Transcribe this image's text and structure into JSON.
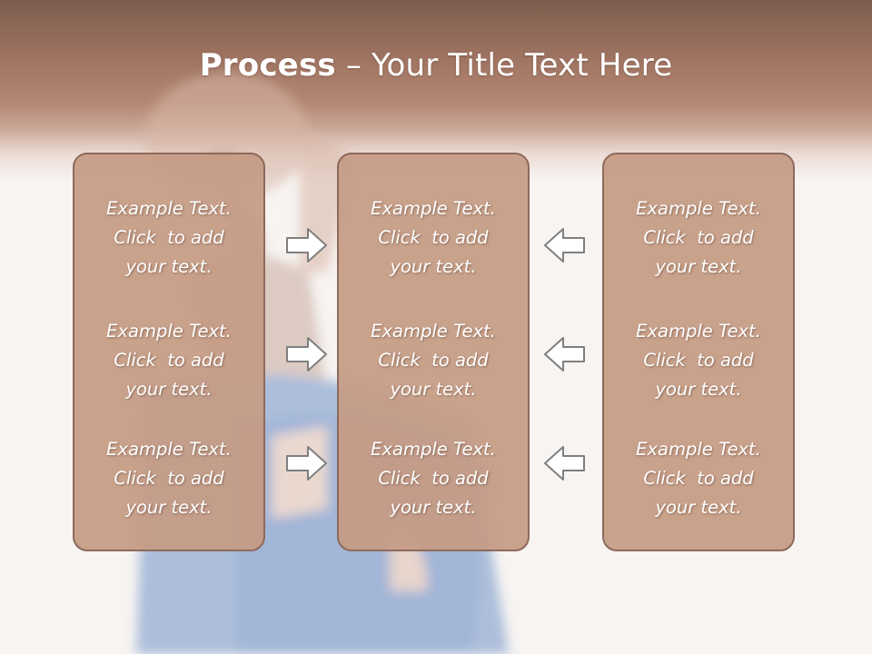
{
  "title": {
    "bold": "Process",
    "rest": " – Your Title Text Here"
  },
  "columns": [
    {
      "items": [
        {
          "lines": [
            "Example Text.",
            "Click  to add",
            "your text."
          ]
        },
        {
          "lines": [
            "Example Text.",
            "Click  to add",
            "your text."
          ]
        },
        {
          "lines": [
            "Example Text.",
            "Click  to add",
            "your text."
          ]
        }
      ]
    },
    {
      "items": [
        {
          "lines": [
            "Example Text.",
            "Click  to add",
            "your text."
          ]
        },
        {
          "lines": [
            "Example Text.",
            "Click  to add",
            "your text."
          ]
        },
        {
          "lines": [
            "Example Text.",
            "Click  to add",
            "your text."
          ]
        }
      ]
    },
    {
      "items": [
        {
          "lines": [
            "Example Text.",
            "Click  to add",
            "your text."
          ]
        },
        {
          "lines": [
            "Example Text.",
            "Click  to add",
            "your text."
          ]
        },
        {
          "lines": [
            "Example Text.",
            "Click  to add",
            "your text."
          ]
        }
      ]
    }
  ],
  "arrows": {
    "left": [
      "arrow-right-icon",
      "arrow-right-icon",
      "arrow-right-icon"
    ],
    "right": [
      "arrow-left-icon",
      "arrow-left-icon",
      "arrow-left-icon"
    ]
  },
  "colors": {
    "header_dark": "#7c5e4e",
    "panel_fill": "#c59b84",
    "panel_border": "#8d6a5c",
    "text": "#ffffff"
  }
}
